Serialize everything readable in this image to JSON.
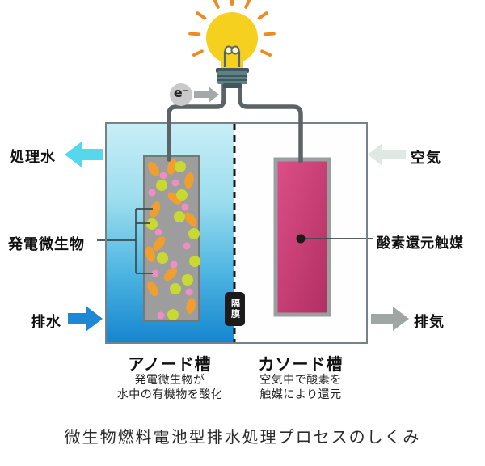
{
  "diagram": {
    "title": "微生物燃料電池型排水処理プロセスのしくみ",
    "electron_label": "e⁻",
    "membrane_label": "隔膜",
    "left_side": {
      "treated_water": "処理水",
      "microbes": "発電微生物",
      "wastewater": "排水"
    },
    "right_side": {
      "air": "空気",
      "catalyst": "酸素還元触媒",
      "exhaust": "排気"
    },
    "chambers": {
      "anode": {
        "label": "アノード槽",
        "desc_line1": "発電微生物が",
        "desc_line2": "水中の有機物を酸化"
      },
      "cathode": {
        "label": "カソード槽",
        "desc_line1": "空気中で酸素を",
        "desc_line2": "触媒により還元"
      }
    },
    "icons": {
      "light_bulb": "light-bulb shape with rays (electricity generated)",
      "electron_arrow": "right block arrow",
      "treated_water_arrow": "left block arrow",
      "wastewater_arrow": "right block arrow",
      "air_arrow": "left block arrow",
      "exhaust_arrow": "right block arrow",
      "microbes": "scattered oval/round microbe dots",
      "catalyst_dot": "black dot marker"
    }
  },
  "colors": {
    "bulb_yellow": "#f6d01f",
    "ray_orange": "#ee8a20",
    "filament": "#54666b",
    "bulb_base": "#5f8186",
    "bulb_base_dark": "#3e585c",
    "wire": "#5b6366",
    "electron_circle": "#c9c9c9",
    "electron_arrow": "#a3a8a8",
    "tank_border": "#76828a",
    "divider": "#151515",
    "membrane_box": "#1b1b1b",
    "anode_grad_top": "#c9eef6",
    "anode_grad_mid": "#9cdeee",
    "anode_grad_low": "#4eb5e2",
    "anode_grad_bottom": "#1585cf",
    "cathode_bg": "#fefefe",
    "electrode_gray": "#9d9d9d",
    "electrode_border": "#777777",
    "microbe_orange": "#f09f2e",
    "microbe_green": "#c8d931",
    "microbe_pink": "#ee8fc3",
    "cathode_pink_light": "#dd4f88",
    "cathode_pink_dark": "#b02e62",
    "cathode_border": "#9aa0a0",
    "connector": "#3c4b52",
    "catalyst_dot": "#1c1c1c",
    "treated_water_arrow": "#55d8ee",
    "wastewater_arrow": "#1e88d4",
    "air_arrow": "#dfe9e4",
    "exhaust_arrow": "#a0a6a4",
    "text": "#111111"
  }
}
